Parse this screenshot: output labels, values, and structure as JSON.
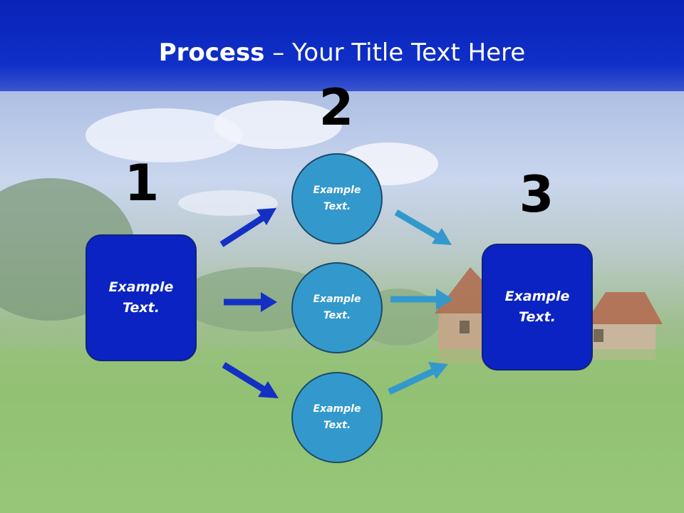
{
  "title": {
    "bold": "Process",
    "rest": " – Your Title Text Here"
  },
  "steps": {
    "one": "1",
    "two": "2",
    "three": "3"
  },
  "boxes": {
    "left": "Example Text.",
    "right": "Example Text."
  },
  "circles": {
    "top": "Example Text.",
    "middle": "Example Text.",
    "bottom": "Example Text."
  },
  "colors": {
    "header": "#0f2fc7",
    "box": "#0a23c2",
    "circle": "#3399cc",
    "arrow_dark": "#1430c4",
    "arrow_light": "#3399cc"
  }
}
